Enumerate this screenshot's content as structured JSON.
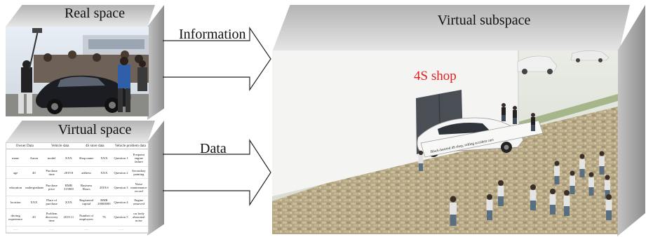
{
  "real_space": {
    "title": "Real space"
  },
  "virtual_space": {
    "title": "Virtual space",
    "table": {
      "header": [
        "Owner Data",
        "Vehicle data",
        "4S store data",
        "Vehicle problem data"
      ],
      "rows": [
        [
          "name",
          "Aaron",
          "model",
          "XXX",
          "Shop name",
          "XXX",
          "Question 1",
          "Frequent engine failure"
        ],
        [
          "age",
          "40",
          "Purchase time",
          "2019.8",
          "address",
          "XXX",
          "Question 2",
          "Secondary painting"
        ],
        [
          "education",
          "undergraduate",
          "Purchase price",
          "RMB 315000",
          "Business Hours",
          "2019.6",
          "Question 3",
          "Noise maintenance record"
        ],
        [
          "location",
          "XXX",
          "Place of purchase",
          "XXX",
          "Registered capital",
          "RMB 20000000",
          "Question 4",
          "Engine removed"
        ],
        [
          "driving experience",
          "20",
          "Problem discovery time",
          "2019.11",
          "Number of employees",
          "76",
          "Question 5",
          "car body abnormal noise"
        ],
        [
          "......",
          "",
          "......",
          "",
          "......",
          "",
          "......",
          ""
        ]
      ]
    }
  },
  "arrows": {
    "information": "Information",
    "data": "Data"
  },
  "virtual_subspace": {
    "title": "Virtual subspace",
    "shop_label": "4S shop",
    "banner_text": "Black-hearted 4S shop, selling accident cars"
  },
  "colors": {
    "shop_label": "#e02020",
    "box_frame": "#a8a8a8",
    "ground": "#b9ab8a",
    "arrow_stroke": "#222222"
  }
}
